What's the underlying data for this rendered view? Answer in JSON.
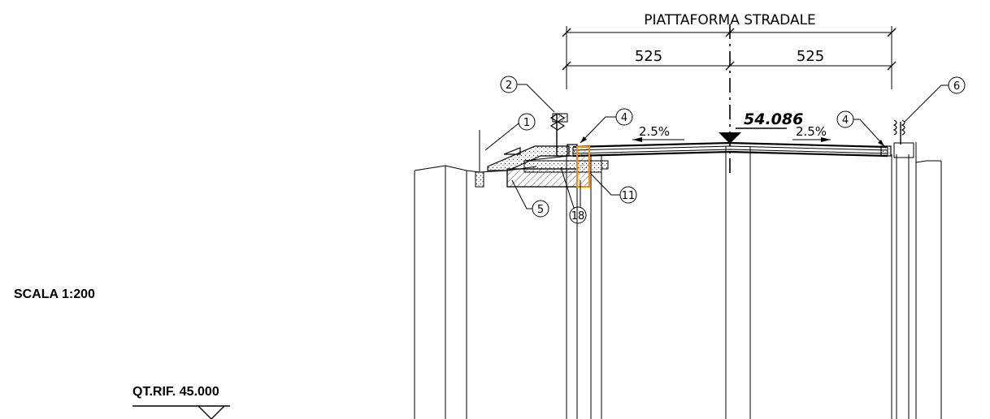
{
  "title": "PIATTAFORMA STRADALE",
  "dimensions": {
    "left": "525",
    "right": "525"
  },
  "elevation": "54.086",
  "slopes": {
    "left": "2.5%",
    "right": "2.5%"
  },
  "scale_label": "SCALA 1:200",
  "reference_level": "QT.RIF. 45.000",
  "callouts": {
    "c1": "1",
    "c2": "2",
    "c4a": "4",
    "c4b": "4",
    "c5": "5",
    "c6": "6",
    "c11": "11",
    "c18": "18"
  },
  "colors": {
    "line": "#000000",
    "highlight": "#ff8c00",
    "hatch": "#555555"
  }
}
